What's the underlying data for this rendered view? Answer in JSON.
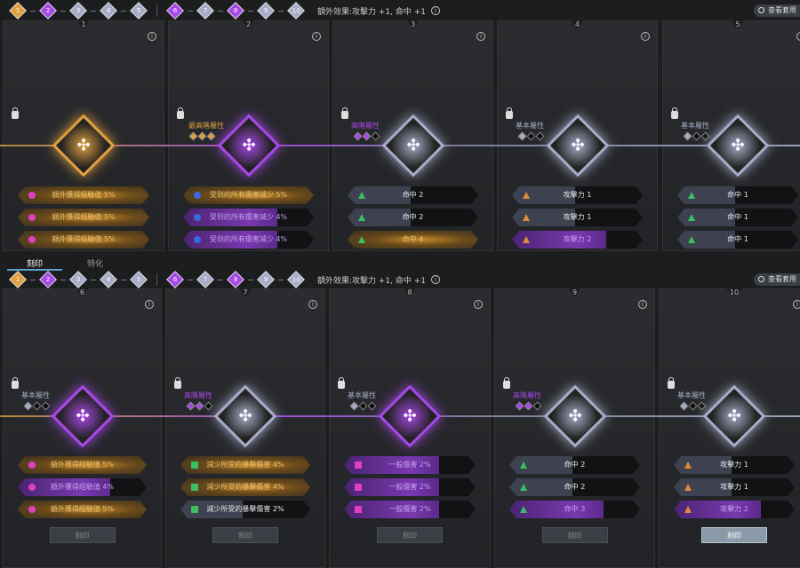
{
  "colors": {
    "gold": "#e0a040",
    "purple": "#a848e8",
    "silver": "#a8acc8",
    "black": "#0a0a0a"
  },
  "slots": [
    {
      "n": "1",
      "c": "gold"
    },
    {
      "n": "2",
      "c": "purple"
    },
    {
      "n": "3",
      "c": "silver"
    },
    {
      "n": "4",
      "c": "silver"
    },
    {
      "n": "5",
      "c": "silver"
    },
    {
      "n": "6",
      "c": "purple"
    },
    {
      "n": "7",
      "c": "silver"
    },
    {
      "n": "8",
      "c": "purple"
    },
    {
      "n": "9",
      "c": "silver"
    },
    {
      "n": "10",
      "c": "silver"
    }
  ],
  "extra_effect": "額外效果:攻擊力 +1, 命中 +1",
  "search_label": "查看套用",
  "tabs": [
    {
      "label": "刻印",
      "active": true
    },
    {
      "label": "特化",
      "active": false
    }
  ],
  "engrave_label": "刻印",
  "cards": [
    {
      "num": "1",
      "gem": "gold",
      "tier": "",
      "pips": [],
      "rows": [
        {
          "icon": "pink-circle",
          "text": "額外獲得經驗值 5%",
          "fill": "gold"
        },
        {
          "icon": "pink-circle",
          "text": "額外獲得經驗值 5%",
          "fill": "gold"
        },
        {
          "icon": "pink-circle",
          "text": "額外獲得經驗值 5%",
          "fill": "gold"
        }
      ]
    },
    {
      "num": "2",
      "gem": "purple",
      "tier": "最高階屬性",
      "tierColor": "gold",
      "pips": [
        "gold",
        "gold",
        "gold"
      ],
      "rows": [
        {
          "icon": "blue-circle",
          "text": "受到的所有傷害減少 5%",
          "fill": "gold"
        },
        {
          "icon": "blue-circle",
          "text": "受到的所有傷害減少 4%",
          "fill": "purple"
        },
        {
          "icon": "blue-circle",
          "text": "受到的所有傷害減少 4%",
          "fill": "purple"
        }
      ]
    },
    {
      "num": "3",
      "gem": "silver",
      "tier": "高階屬性",
      "tierColor": "purple",
      "pips": [
        "purple",
        "purple",
        "black"
      ],
      "rows": [
        {
          "icon": "green-triangle",
          "text": "命中 2",
          "fill": "grey"
        },
        {
          "icon": "green-triangle",
          "text": "命中 2",
          "fill": "grey"
        },
        {
          "icon": "green-triangle",
          "text": "命中 4",
          "fill": "gold"
        }
      ]
    },
    {
      "num": "4",
      "gem": "silver",
      "tier": "基本屬性",
      "tierColor": "silver",
      "pips": [
        "silver",
        "black",
        "black"
      ],
      "rows": [
        {
          "icon": "orange-triangle",
          "text": "攻擊力 1",
          "fill": "grey"
        },
        {
          "icon": "orange-triangle",
          "text": "攻擊力 1",
          "fill": "grey"
        },
        {
          "icon": "orange-triangle",
          "text": "攻擊力 2",
          "fill": "purple"
        }
      ]
    },
    {
      "num": "5",
      "gem": "silver",
      "tier": "基本屬性",
      "tierColor": "silver",
      "pips": [
        "silver",
        "black",
        "black"
      ],
      "rows": [
        {
          "icon": "green-triangle",
          "text": "命中 1",
          "fill": "grey"
        },
        {
          "icon": "green-triangle",
          "text": "命中 1",
          "fill": "grey"
        },
        {
          "icon": "green-triangle",
          "text": "命中 1",
          "fill": "grey"
        }
      ]
    },
    {
      "num": "6",
      "gem": "purple",
      "tier": "基本屬性",
      "tierColor": "silver",
      "pips": [
        "silver",
        "black",
        "black"
      ],
      "rows": [
        {
          "icon": "pink-circle",
          "text": "額外獲得經驗值 5%",
          "fill": "gold"
        },
        {
          "icon": "pink-circle",
          "text": "額外獲得經驗值 4%",
          "fill": "purple"
        },
        {
          "icon": "pink-circle",
          "text": "額外獲得經驗值 5%",
          "fill": "gold"
        }
      ]
    },
    {
      "num": "7",
      "gem": "silver",
      "tier": "高階屬性",
      "tierColor": "purple",
      "pips": [
        "purple",
        "purple",
        "black"
      ],
      "rows": [
        {
          "icon": "green-square",
          "text": "減少所受的暴擊傷害 4%",
          "fill": "gold"
        },
        {
          "icon": "green-square",
          "text": "減少所受的暴擊傷害 4%",
          "fill": "gold"
        },
        {
          "icon": "green-square",
          "text": "減少所受的暴擊傷害 2%",
          "fill": "grey"
        }
      ]
    },
    {
      "num": "8",
      "gem": "purple",
      "tier": "基本屬性",
      "tierColor": "silver",
      "pips": [
        "silver",
        "black",
        "black"
      ],
      "rows": [
        {
          "icon": "pink-square",
          "text": "一般傷害 2%",
          "fill": "purple"
        },
        {
          "icon": "pink-square",
          "text": "一般傷害 2%",
          "fill": "purple"
        },
        {
          "icon": "pink-square",
          "text": "一般傷害 2%",
          "fill": "purple"
        }
      ]
    },
    {
      "num": "9",
      "gem": "silver",
      "tier": "高階屬性",
      "tierColor": "purple",
      "pips": [
        "purple",
        "purple",
        "black"
      ],
      "rows": [
        {
          "icon": "green-triangle",
          "text": "命中 2",
          "fill": "grey"
        },
        {
          "icon": "green-triangle",
          "text": "命中 2",
          "fill": "grey"
        },
        {
          "icon": "green-triangle",
          "text": "命中 3",
          "fill": "purple"
        }
      ]
    },
    {
      "num": "10",
      "gem": "silver",
      "tier": "基本屬性",
      "tierColor": "silver",
      "pips": [
        "silver",
        "black",
        "black"
      ],
      "active": true,
      "rows": [
        {
          "icon": "orange-triangle",
          "text": "攻擊力 1",
          "fill": "grey"
        },
        {
          "icon": "orange-triangle",
          "text": "攻擊力 1",
          "fill": "grey"
        },
        {
          "icon": "orange-triangle",
          "text": "攻擊力 2",
          "fill": "purple"
        }
      ]
    }
  ]
}
